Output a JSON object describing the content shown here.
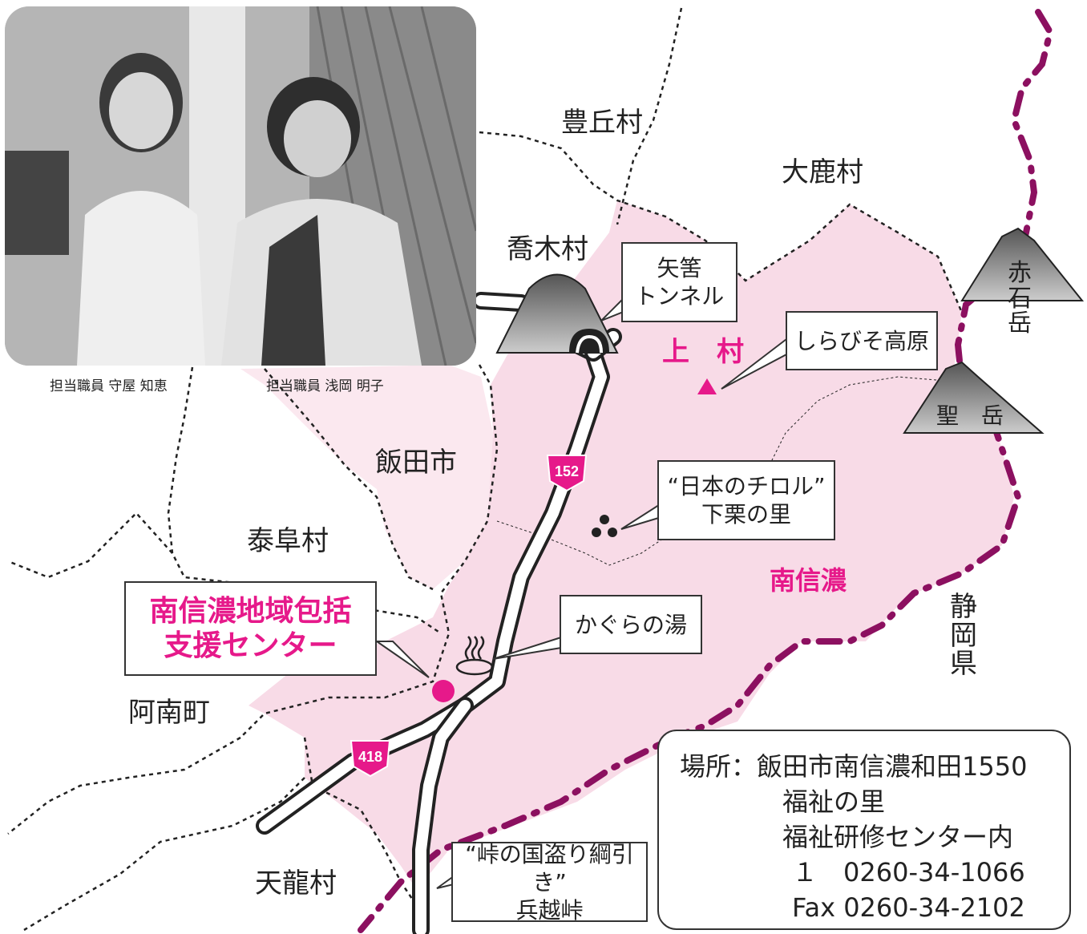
{
  "photo": {
    "caption_left": "担当職員 守屋 知恵",
    "caption_right": "担当職員 浅岡 明子"
  },
  "villages": {
    "toyooka": "豊丘村",
    "oshika": "大鹿村",
    "takagi": "喬木村",
    "iida": "飯田市",
    "yasuoka": "泰阜村",
    "anan": "阿南町",
    "tenryu": "天龍村"
  },
  "area_labels": {
    "kamimura": "上　村",
    "minamishinano": "南信濃",
    "shizuoka": "静岡県"
  },
  "callouts": {
    "tunnel": [
      "矢筈",
      "トンネル"
    ],
    "shirabiso": "しらびそ高原",
    "shimoguri": [
      "“日本のチロル”",
      "下栗の里"
    ],
    "kagura": "かぐらの湯",
    "hyogoe": [
      "“峠の国盗り綱引き”",
      "兵越峠"
    ]
  },
  "center_box": [
    "南信濃地域包括",
    "支援センター"
  ],
  "mountains": {
    "akaishi": "赤石岳",
    "hijiri": "聖　岳"
  },
  "routes": [
    "152",
    "418"
  ],
  "info": {
    "address": "場所：飯田市南信濃和田1550",
    "line2": "福祉の里",
    "line3": "福祉研修センター内",
    "phone": "１　0260-34-1066",
    "fax": "Fax 0260-34-2102"
  },
  "colors": {
    "accent": "#e6198a",
    "region": "#f8dbe7",
    "region_light": "#fbe8ef",
    "prefecture_border": "#8c1060"
  }
}
